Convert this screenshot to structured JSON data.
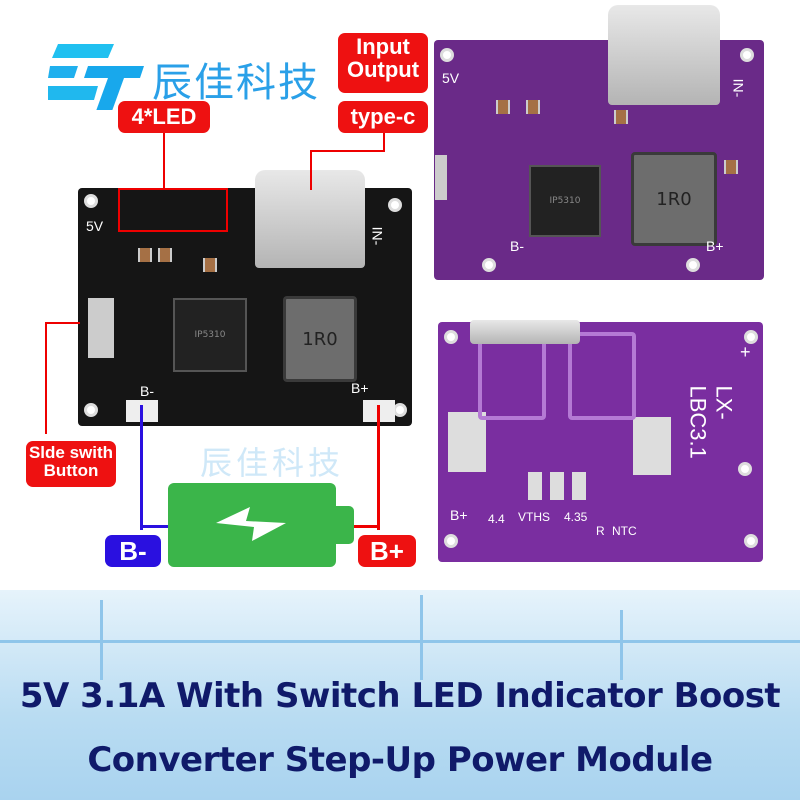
{
  "brand": {
    "logo_text": "CJ",
    "chinese_name": "辰佳科技",
    "logo_color": "#18b0ee"
  },
  "labels": {
    "input_output": "Input Output",
    "type_c": "type-c",
    "led": "4*LED",
    "slide_switch": "Slde swith Button",
    "b_minus": "B-",
    "b_plus": "B+"
  },
  "pcb_silk": {
    "black": {
      "v5": "5V",
      "in": "IN-",
      "ic": "IP5310",
      "inductor": "1R0",
      "bminus": "B-",
      "bplus": "B+"
    },
    "purple_top": {
      "v5": "5V",
      "in": "IN-",
      "ic": "IP5310",
      "inductor": "1R0",
      "bminus": "B-",
      "bplus": "B+"
    },
    "purple_bottom": {
      "model": "LX-LBC3.1",
      "bplus": "B+",
      "vths": "VTHS",
      "v44": "4.4",
      "v435": "4.35",
      "r": "R",
      "ntc": "NTC",
      "plus": "+"
    }
  },
  "colors": {
    "tag_red": "#ee1111",
    "b_minus_blue": "#2a10e0",
    "battery_green": "#3bb54a",
    "pcb_purple": "#6a2a88",
    "title_navy": "#101a6a"
  },
  "title": {
    "line1": "5V 3.1A With Switch LED Indicator Boost",
    "line2": "Converter Step-Up Power Module"
  }
}
